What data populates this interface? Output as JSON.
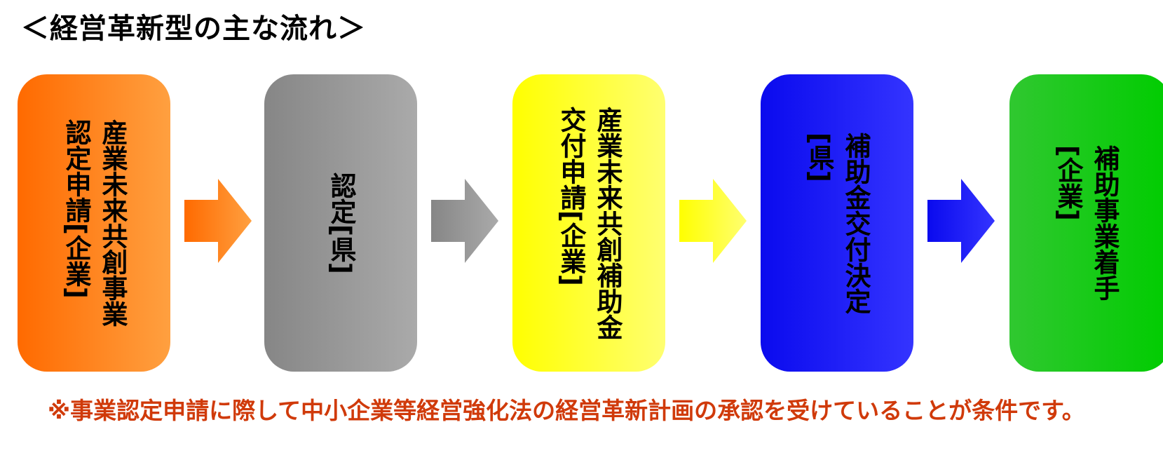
{
  "title": "＜経営革新型の主な流れ＞",
  "steps": [
    {
      "label": "産業未来共創事業\n認定申請[企業]",
      "color_start": "#ff6a00",
      "color_end": "#ffa040"
    },
    {
      "label": "認定[県]",
      "color_start": "#868686",
      "color_end": "#aaaaaa"
    },
    {
      "label": "産業未来共創補助金\n交付申請[企業]",
      "color_start": "#ffff00",
      "color_end": "#ffff70"
    },
    {
      "label": "補助金交付決定\n[県]",
      "color_start": "#0a0aee",
      "color_end": "#3434ff"
    },
    {
      "label": "補助事業着手\n[企業]",
      "color_start": "#30c830",
      "color_end": "#00cc00"
    }
  ],
  "arrows": [
    {
      "icon": "right-arrow-icon",
      "color_start": "#ff6a00",
      "color_end": "#ffa040"
    },
    {
      "icon": "right-arrow-icon",
      "color_start": "#868686",
      "color_end": "#aaaaaa"
    },
    {
      "icon": "right-arrow-icon",
      "color_start": "#ffff00",
      "color_end": "#ffff70"
    },
    {
      "icon": "right-arrow-icon",
      "color_start": "#0a0aee",
      "color_end": "#3434ff"
    }
  ],
  "note": "※事業認定申請に際して中小企業等経営強化法の経営革新計画の承認を受けていることが条件です。",
  "note_color": "#d03a0a"
}
